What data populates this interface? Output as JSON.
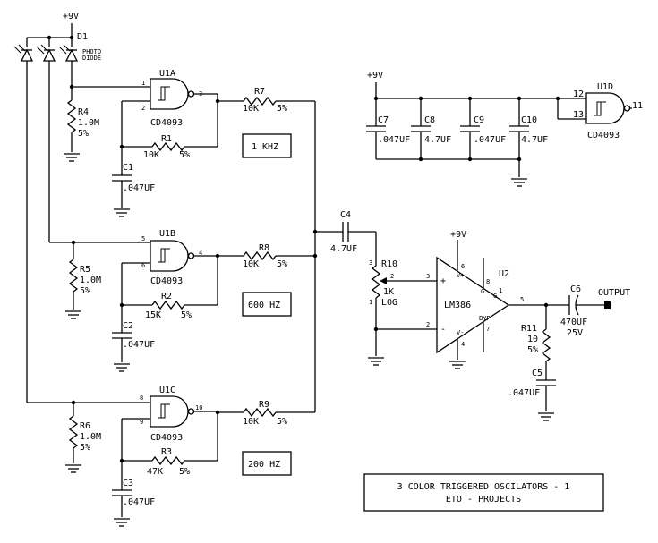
{
  "supply": {
    "top_label": "+9V",
    "right_label": "+9V",
    "amp_label": "+9V"
  },
  "d1": {
    "ref": "D1",
    "note_line1": "PHOTO",
    "note_line2": "DIODE"
  },
  "gates": [
    {
      "ref": "U1A",
      "part": "CD4093",
      "pin_in1": "1",
      "pin_in2": "2",
      "pin_out": "3"
    },
    {
      "ref": "U1B",
      "part": "CD4093",
      "pin_in1": "5",
      "pin_in2": "6",
      "pin_out": "4"
    },
    {
      "ref": "U1C",
      "part": "CD4093",
      "pin_in1": "8",
      "pin_in2": "9",
      "pin_out": "10"
    },
    {
      "ref": "U1D",
      "part": "CD4093",
      "pin_in1": "12",
      "pin_in2": "13",
      "pin_out": "11"
    }
  ],
  "resistors": {
    "R4": {
      "ref": "R4",
      "value": "1.0M",
      "tol": "5%"
    },
    "R5": {
      "ref": "R5",
      "value": "1.0M",
      "tol": "5%"
    },
    "R6": {
      "ref": "R6",
      "value": "1.0M",
      "tol": "5%"
    },
    "R1": {
      "ref": "R1",
      "value": "10K",
      "tol": "5%"
    },
    "R2": {
      "ref": "R2",
      "value": "15K",
      "tol": "5%"
    },
    "R3": {
      "ref": "R3",
      "value": "47K",
      "tol": "5%"
    },
    "R7": {
      "ref": "R7",
      "value": "10K",
      "tol": "5%"
    },
    "R8": {
      "ref": "R8",
      "value": "10K",
      "tol": "5%"
    },
    "R9": {
      "ref": "R9",
      "value": "10K",
      "tol": "5%"
    },
    "R10": {
      "ref": "R10",
      "value": "1K",
      "taper": "LOG",
      "pin1": "1",
      "pin2": "2",
      "pin3": "3"
    },
    "R11": {
      "ref": "R11",
      "value": "10",
      "tol": "5%"
    }
  },
  "capacitors": {
    "C1": {
      "ref": "C1",
      "value": ".047UF"
    },
    "C2": {
      "ref": "C2",
      "value": ".047UF"
    },
    "C3": {
      "ref": "C3",
      "value": ".047UF"
    },
    "C4": {
      "ref": "C4",
      "value": "4.7UF"
    },
    "C5": {
      "ref": "C5",
      "value": ".047UF"
    },
    "C6": {
      "ref": "C6",
      "value": "470UF",
      "voltage": "25V"
    },
    "C7": {
      "ref": "C7",
      "value": ".047UF"
    },
    "C8": {
      "ref": "C8",
      "value": "4.7UF"
    },
    "C9": {
      "ref": "C9",
      "value": ".047UF"
    },
    "C10": {
      "ref": "C10",
      "value": "4.7UF"
    }
  },
  "freq_labels": {
    "f1": "1 KHZ",
    "f2": "600 HZ",
    "f3": "200 HZ"
  },
  "amp": {
    "ref": "U2",
    "part": "LM386",
    "pin_plus": "3",
    "pin_minus": "2",
    "pin_vplus": "6",
    "pin_vminus": "4",
    "pin_out": "5",
    "pin_8": "8",
    "pin_1": "1",
    "pin_7": "7",
    "sym_plus": "+",
    "sym_minus": "-",
    "lbl_vplus": "V+",
    "lbl_vminus": "V-",
    "lbl_gain1": "G",
    "lbl_gain8": "G",
    "lbl_byp": "BYP"
  },
  "output": {
    "label": "OUTPUT"
  },
  "title_block": {
    "line1": "3 COLOR TRIGGERED OSCILATORS - 1",
    "line2": "ETO - PROJECTS"
  }
}
